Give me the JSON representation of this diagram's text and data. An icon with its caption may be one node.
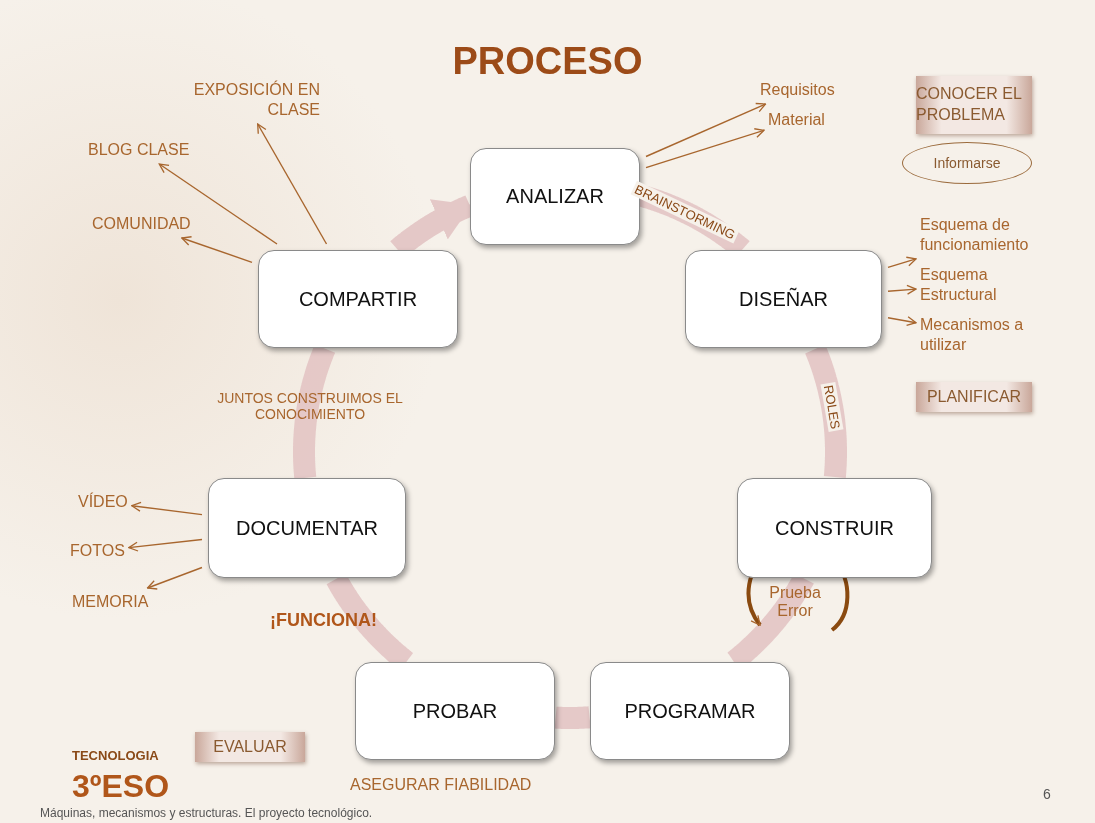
{
  "diagram": {
    "title": "PROCESO",
    "nodes": [
      {
        "text": [
          "ANALIZAR"
        ]
      },
      {
        "text": [
          "DISEÑAR"
        ]
      },
      {
        "text": [
          "CONSTRUIR"
        ]
      },
      {
        "text": [
          "PROGRAMAR"
        ]
      },
      {
        "text": [
          "PROBAR"
        ]
      },
      {
        "text": [
          "DOCUMENTAR"
        ]
      },
      {
        "text": [
          "COMPARTIR"
        ]
      },
      {
        "text": [
          "Requisitos"
        ]
      },
      {
        "text": [
          "Material"
        ]
      },
      {
        "text": [
          "Esquema de funcionamiento"
        ]
      },
      {
        "text": [
          "Esquema Estructural"
        ]
      },
      {
        "text": [
          "Mecanismos a utilizar"
        ]
      },
      {
        "text": [
          "VÍDEO"
        ]
      },
      {
        "text": [
          "FOTOS"
        ]
      },
      {
        "text": [
          "MEMORIA"
        ]
      },
      {
        "text": [
          "EXPOSICIÓN EN CLASE"
        ]
      },
      {
        "text": [
          "BLOG CLASE"
        ]
      },
      {
        "text": [
          "COMUNIDAD"
        ]
      },
      {
        "text": [
          "CONOCER EL PROBLEMA"
        ]
      },
      {
        "text": [
          "Informarse"
        ]
      },
      {
        "text": [
          "PLANIFICAR"
        ]
      },
      {
        "text": [
          "EVALUAR"
        ]
      }
    ],
    "edges": [
      {
        "from": 0,
        "to": 1,
        "arrow": "none",
        "label": "BRAINSTORMING",
        "style": "thick",
        "color": "#e2c2c2"
      },
      {
        "from": 1,
        "to": 2,
        "arrow": "none",
        "label": "ROLES",
        "style": "thick",
        "color": "#e2c2c2"
      },
      {
        "from": 2,
        "to": 3,
        "arrow": "none",
        "style": "thick",
        "color": "#e2c2c2"
      },
      {
        "from": 3,
        "to": 4,
        "arrow": "none",
        "style": "thick",
        "color": "#e2c2c2"
      },
      {
        "from": 4,
        "to": 5,
        "arrow": "none",
        "style": "thick",
        "color": "#e2c2c2"
      },
      {
        "from": 5,
        "to": 6,
        "arrow": "none",
        "style": "thick",
        "color": "#e2c2c2"
      },
      {
        "from": 6,
        "to": 0,
        "arrow": "to",
        "style": "thick",
        "color": "#e2c2c2"
      },
      {
        "from": 0,
        "to": 7,
        "arrow": "to"
      },
      {
        "from": 0,
        "to": 8,
        "arrow": "to"
      },
      {
        "from": 1,
        "to": 9,
        "arrow": "to"
      },
      {
        "from": 1,
        "to": 10,
        "arrow": "to"
      },
      {
        "from": 1,
        "to": 11,
        "arrow": "to"
      },
      {
        "from": 5,
        "to": 12,
        "arrow": "to"
      },
      {
        "from": 5,
        "to": 13,
        "arrow": "to"
      },
      {
        "from": 5,
        "to": 14,
        "arrow": "to"
      },
      {
        "from": 6,
        "to": 15,
        "arrow": "to"
      },
      {
        "from": 6,
        "to": 16,
        "arrow": "to"
      },
      {
        "from": 6,
        "to": 17,
        "arrow": "to"
      }
    ],
    "labels": [
      "JUNTOS CONSTRUIMOS EL CONOCIMIENTO",
      "¡FUNCIONA!",
      "Prueba Error",
      "ASEGURAR FIABILIDAD",
      "TECNOLOGIA",
      "3ºESO",
      "Máquinas, mecanismos y estructuras. El proyecto tecnológico.",
      "6"
    ]
  }
}
